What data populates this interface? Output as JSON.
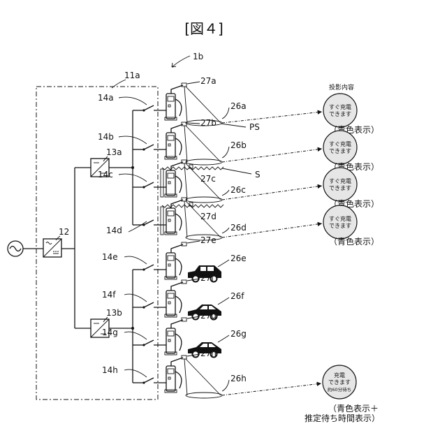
{
  "title": "[図４]",
  "system_label": "1b",
  "enclosure_label": "11a",
  "converter_main": "12",
  "converter_a": "13a",
  "converter_b": "13b",
  "caption_projection": "投影内容",
  "ps_label": "PS",
  "s_label": "S",
  "stations": [
    {
      "switch": "14a",
      "projector": "27a",
      "area": "26a",
      "state": "projected"
    },
    {
      "switch": "14b",
      "projector": "27b",
      "area": "26b",
      "state": "projected"
    },
    {
      "switch": "14c",
      "projector": "27c",
      "area": "26c",
      "state": "fenced"
    },
    {
      "switch": "14d",
      "projector": "27d",
      "area": "26d",
      "state": "fenced"
    },
    {
      "switch": "14e",
      "projector": "27e",
      "area": "26e",
      "state": "car"
    },
    {
      "switch": "14f",
      "projector": "27f",
      "area": "26f",
      "state": "car"
    },
    {
      "switch": "14g",
      "projector": "27g",
      "area": "26g",
      "state": "car"
    },
    {
      "switch": "14h",
      "projector": "27h",
      "area": "26h",
      "state": "projected"
    }
  ],
  "bubbles": [
    {
      "lines": [
        "すぐ充電",
        "できます"
      ],
      "caption": [
        "（青色表示）"
      ]
    },
    {
      "lines": [
        "すぐ充電",
        "できます"
      ],
      "caption": [
        "（青色表示）"
      ]
    },
    {
      "lines": [
        "すぐ充電",
        "できます"
      ],
      "caption": [
        "（青色表示）"
      ]
    },
    {
      "lines": [
        "すぐ充電",
        "できます"
      ],
      "caption": [
        "（青色表示）"
      ]
    },
    {
      "lines": [
        "充電",
        "できます",
        "約60分待ち"
      ],
      "caption": [
        "（青色表示＋",
        "推定待ち時間表示）"
      ]
    }
  ]
}
